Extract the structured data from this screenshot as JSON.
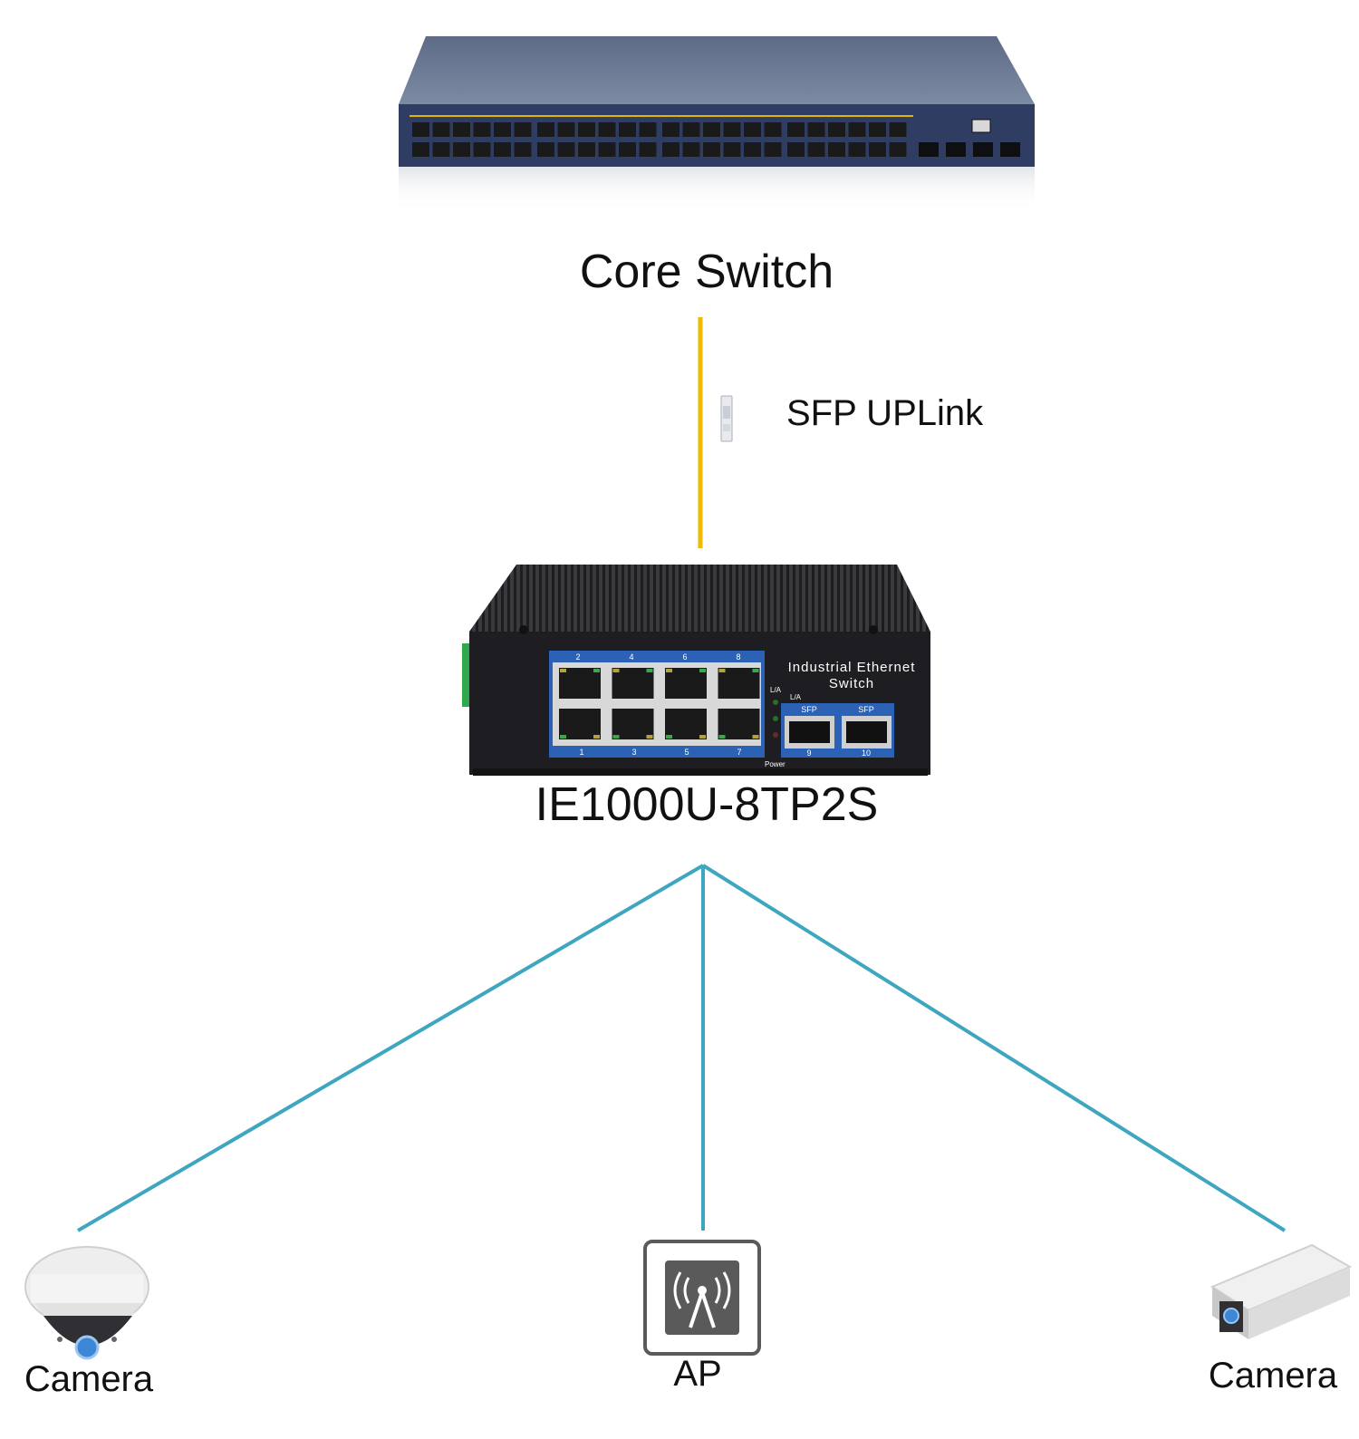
{
  "diagram": {
    "core_switch": {
      "label": "Core Switch"
    },
    "uplink": {
      "label": "SFP UPLink",
      "color": "#f5b800"
    },
    "edge_switch": {
      "label": "IE1000U-8TP2S",
      "faceplate_title": "Industrial Ethernet Switch",
      "top_port_numbers": [
        "2",
        "4",
        "6",
        "8"
      ],
      "bottom_port_numbers": [
        "1",
        "3",
        "5",
        "7"
      ],
      "sfp_slots": [
        {
          "caption": "SFP",
          "number": "9"
        },
        {
          "caption": "SFP",
          "number": "10"
        }
      ],
      "led_labels": [
        "L/A",
        "L/A",
        "Power"
      ]
    },
    "link_color": "#3ea6bf",
    "devices": [
      {
        "label": "Camera",
        "icon": "dome-camera-icon"
      },
      {
        "label": "AP",
        "icon": "wireless-ap-icon"
      },
      {
        "label": "Camera",
        "icon": "bullet-camera-icon"
      }
    ]
  }
}
